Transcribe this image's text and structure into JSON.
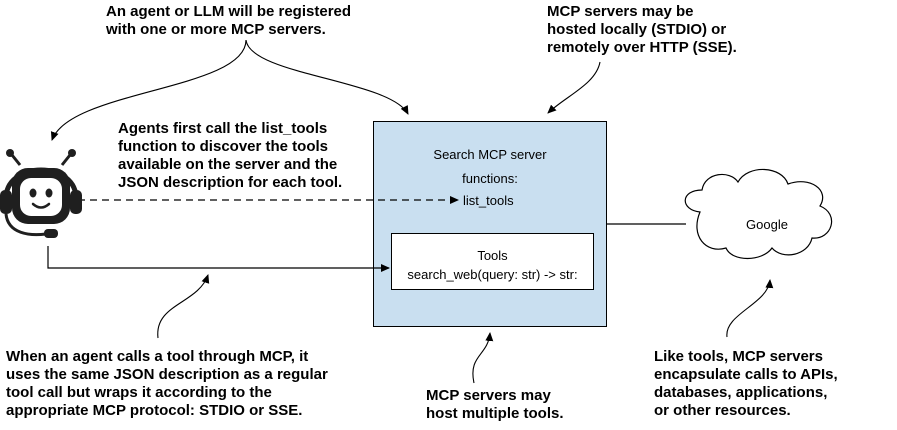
{
  "annotations": {
    "registration": "An agent or LLM will be registered\nwith one or more MCP servers.",
    "hosting": "MCP servers may be\nhosted locally (STDIO) or\nremotely over HTTP (SSE).",
    "list_tools_call": "Agents first call the list_tools\nfunction to discover the tools\navailable on the server and the\nJSON description for each tool.",
    "tool_call": "When an agent calls a tool through MCP, it\nuses the same JSON description as a regular\ntool call but wraps it according to the\nappropriate MCP protocol: STDIO or SSE.",
    "multiple_tools": "MCP servers may\nhost multiple tools.",
    "encapsulation": "Like tools, MCP servers\nencapsulate calls to APIs,\ndatabases, applications,\nor other resources."
  },
  "server": {
    "title": "Search MCP server",
    "functions_label": "functions:",
    "function_name": "list_tools"
  },
  "tools": {
    "title": "Tools",
    "signature": "search_web(query: str) -> str:"
  },
  "resource": {
    "label": "Google"
  },
  "colors": {
    "server_fill": "#c9dff0",
    "robot_dark": "#1f1f1f",
    "robot_light": "#ffffff"
  }
}
